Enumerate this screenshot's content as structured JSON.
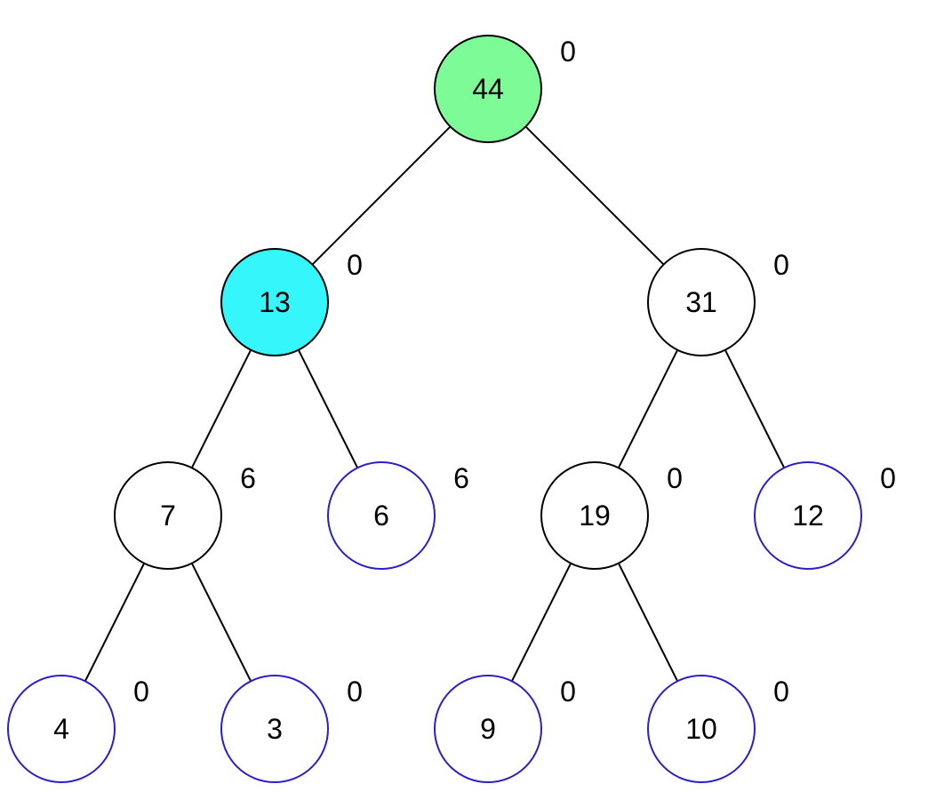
{
  "colors": {
    "edge": "#000000",
    "default_border": "#000000",
    "leaf_border": "#2a1fc8",
    "default_fill": "#ffffff",
    "root_fill": "#7dfb97",
    "highlight_fill": "#35f7fb"
  },
  "tree": {
    "nodes": [
      {
        "id": "n44",
        "value": "44",
        "annotation": "0",
        "style": "root"
      },
      {
        "id": "n13",
        "value": "13",
        "annotation": "0",
        "style": "highlight"
      },
      {
        "id": "n31",
        "value": "31",
        "annotation": "0",
        "style": "default"
      },
      {
        "id": "n7",
        "value": "7",
        "annotation": "6",
        "style": "default"
      },
      {
        "id": "n6",
        "value": "6",
        "annotation": "6",
        "style": "leaf"
      },
      {
        "id": "n19",
        "value": "19",
        "annotation": "0",
        "style": "default"
      },
      {
        "id": "n12",
        "value": "12",
        "annotation": "0",
        "style": "leaf"
      },
      {
        "id": "n4",
        "value": "4",
        "annotation": "0",
        "style": "leaf"
      },
      {
        "id": "n3",
        "value": "3",
        "annotation": "0",
        "style": "leaf"
      },
      {
        "id": "n9",
        "value": "9",
        "annotation": "0",
        "style": "leaf"
      },
      {
        "id": "n10",
        "value": "10",
        "annotation": "0",
        "style": "leaf"
      }
    ],
    "edges": [
      {
        "from": "n44",
        "to": "n13"
      },
      {
        "from": "n44",
        "to": "n31"
      },
      {
        "from": "n13",
        "to": "n7"
      },
      {
        "from": "n13",
        "to": "n6"
      },
      {
        "from": "n31",
        "to": "n19"
      },
      {
        "from": "n31",
        "to": "n12"
      },
      {
        "from": "n7",
        "to": "n4"
      },
      {
        "from": "n7",
        "to": "n3"
      },
      {
        "from": "n19",
        "to": "n9"
      },
      {
        "from": "n19",
        "to": "n10"
      }
    ]
  }
}
